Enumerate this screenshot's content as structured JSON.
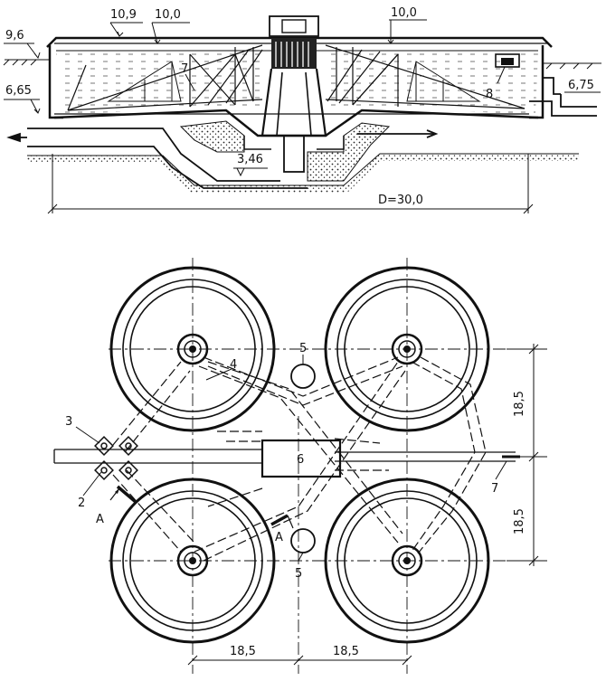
{
  "section": {
    "elevations": {
      "e_10_9": "10,9",
      "e_10_0_left": "10,0",
      "e_10_0_right": "10,0",
      "e_9_6": "9,6",
      "e_6_65": "6,65",
      "e_6_75": "6,75",
      "e_3_46": "3,46"
    },
    "diameter_label": "D=30,0",
    "callouts": {
      "c7": "7",
      "c8": "8"
    }
  },
  "plan": {
    "callouts": {
      "c2": "2",
      "c3": "3",
      "c4": "4",
      "c5_top": "5",
      "c5_bottom": "5",
      "c6": "6",
      "c7": "7",
      "a_left": "A",
      "a_mid": "A"
    },
    "dims": {
      "v_upper": "18,5",
      "v_lower": "18,5",
      "h_left": "18,5",
      "h_right": "18,5"
    }
  },
  "colors": {
    "ink": "#111111",
    "paper": "#ffffff",
    "water_hatch": "#555555"
  }
}
